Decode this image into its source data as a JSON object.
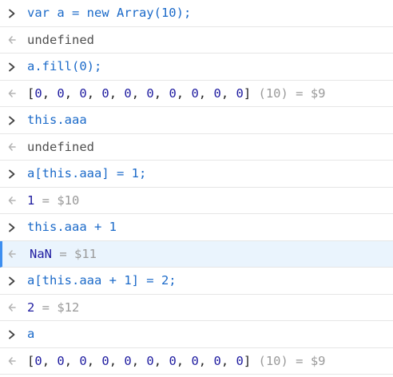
{
  "console": {
    "lines": [
      {
        "kind": "input",
        "text": "var a = new Array(10);"
      },
      {
        "kind": "output",
        "text": "undefined"
      },
      {
        "kind": "input",
        "text": "a.fill(0);"
      },
      {
        "kind": "output",
        "array": [
          "0",
          "0",
          "0",
          "0",
          "0",
          "0",
          "0",
          "0",
          "0",
          "0"
        ],
        "open": "[",
        "close": "]",
        "sep": ", ",
        "length": "(10)",
        "eq": " = ",
        "var": "$9"
      },
      {
        "kind": "input",
        "text": "this.aaa"
      },
      {
        "kind": "output",
        "text": "undefined"
      },
      {
        "kind": "input",
        "text": "a[this.aaa] = 1;"
      },
      {
        "kind": "output",
        "value": "1",
        "eq": " = ",
        "var": "$10"
      },
      {
        "kind": "input",
        "text": "this.aaa + 1"
      },
      {
        "kind": "output",
        "value": "NaN",
        "eq": " = ",
        "var": "$11",
        "selected": true
      },
      {
        "kind": "input",
        "text": "a[this.aaa + 1] = 2;"
      },
      {
        "kind": "output",
        "value": "2",
        "eq": " = ",
        "var": "$12"
      },
      {
        "kind": "input",
        "text": "a"
      },
      {
        "kind": "output",
        "array": [
          "0",
          "0",
          "0",
          "0",
          "0",
          "0",
          "0",
          "0",
          "0",
          "0"
        ],
        "open": "[",
        "close": "]",
        "sep": ", ",
        "length": "(10)",
        "eq": " = ",
        "var": "$9"
      }
    ]
  },
  "icons": {
    "input": "chevron-right-icon",
    "output": "return-arrow-icon"
  },
  "colors": {
    "input_text": "#1b6ac9",
    "output_plain": "#505050",
    "number": "#1f1ca0",
    "meta": "#9a9a9a",
    "selected_bg": "#eaf4fd",
    "selected_border": "#3d8ef0"
  }
}
